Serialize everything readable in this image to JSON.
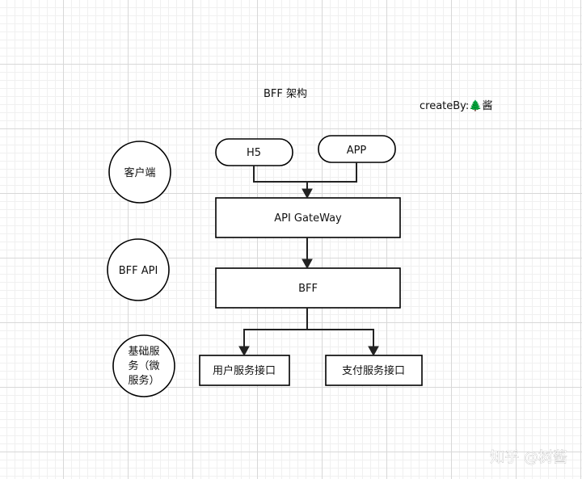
{
  "diagram": {
    "title": "BFF 架构",
    "credit": "createBy:🌲酱",
    "layers": {
      "client": "客户端",
      "bff_api": "BFF API",
      "basic_line1": "基础服",
      "basic_line2": "务（微",
      "basic_line3": "服务）"
    },
    "nodes": {
      "h5": "H5",
      "app": "APP",
      "gateway": "API GateWay",
      "bff": "BFF",
      "user_service": "用户服务接口",
      "payment_service": "支付服务接口"
    }
  },
  "watermark": "知乎 @树酱"
}
